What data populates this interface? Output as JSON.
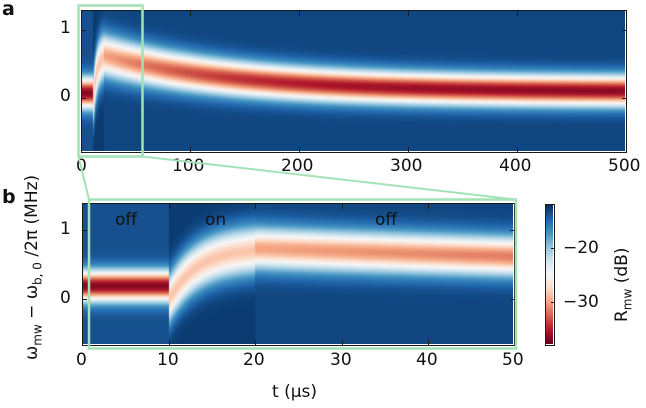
{
  "chart_data": [
    {
      "panel": "a",
      "type": "heatmap",
      "xlabel": "",
      "ylabel": "ω_mw − ω_b,0 /2π (MHz)",
      "xlim": [
        0,
        500
      ],
      "ylim": [
        -0.8,
        1.25
      ],
      "x_ticks": [
        "0",
        "100",
        "200",
        "300",
        "400",
        "500"
      ],
      "y_ticks": [
        "0",
        "1"
      ],
      "description": "Reflection R_mw vs time; resonance dip (red) near 0 MHz for t<10, shifts up to ~0.6 MHz during pump (10–20 µs), then relaxes back toward ~0.05 MHz by t≈500 µs",
      "highlight_box": {
        "x": [
          0,
          50
        ],
        "color": "#a0e0b0"
      },
      "segments": [
        {
          "state": "off",
          "t": [
            0,
            10
          ],
          "center_MHz": 0.05
        },
        {
          "state": "on",
          "t": [
            10,
            20
          ],
          "center_MHz_start": 0.05,
          "center_MHz_end": 0.62
        },
        {
          "state": "off",
          "t": [
            20,
            500
          ],
          "center_MHz_start": 0.55,
          "center_MHz_end": 0.08
        }
      ]
    },
    {
      "panel": "b",
      "type": "heatmap",
      "xlabel": "t (µs)",
      "ylabel": "ω_mw − ω_b,0 /2π (MHz)",
      "xlim": [
        0,
        50
      ],
      "ylim": [
        -0.8,
        1.25
      ],
      "x_ticks": [
        "0",
        "10",
        "20",
        "30",
        "40",
        "50"
      ],
      "y_ticks": [
        "0",
        "1"
      ],
      "annotations": [
        "off",
        "on",
        "off"
      ],
      "annotation_x": [
        5,
        15,
        35
      ],
      "segments": [
        {
          "state": "off",
          "t": [
            0,
            10
          ],
          "center_MHz": 0.05,
          "depth_dB": -37
        },
        {
          "state": "on",
          "t": [
            10,
            20
          ],
          "center_MHz_start": -0.1,
          "center_MHz_end": 0.55,
          "depth_dB": -29
        },
        {
          "state": "off",
          "t": [
            20,
            50
          ],
          "center_MHz_start": 0.6,
          "center_MHz_end": 0.38,
          "depth_dB": -30
        }
      ]
    }
  ],
  "colorbar": {
    "label": "R_mw (dB)",
    "label_main": "R",
    "label_sub": "mw",
    "label_unit": " (dB)",
    "ticks": [
      "−20",
      "−30"
    ],
    "range_dB": [
      -38,
      -13
    ],
    "colormap": "RdBu"
  },
  "panels": {
    "a": {
      "label": "a",
      "x_ticks": [
        "0",
        "100",
        "200",
        "300",
        "400",
        "500"
      ],
      "y_ticks": [
        "1",
        "0"
      ]
    },
    "b": {
      "label": "b",
      "x_ticks": [
        "0",
        "10",
        "20",
        "30",
        "40",
        "50"
      ],
      "y_ticks": [
        "1",
        "0"
      ],
      "annotations": [
        "off",
        "on",
        "off"
      ],
      "xlabel": "t (µs)"
    }
  },
  "ylabel": {
    "omega": "ω",
    "sub1": "mw",
    "minus": " − ω",
    "sub2": "b, 0",
    "rest": " /2π  (MHz)"
  },
  "colors": {
    "highlight": "#a3e2b5",
    "axis": "#1a1a1a"
  }
}
